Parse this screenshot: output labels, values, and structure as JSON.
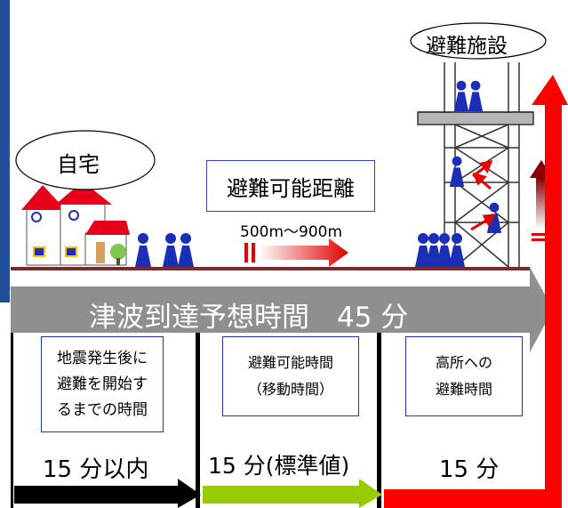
{
  "labels": {
    "home": "自宅",
    "facility": "避難施設",
    "distance_title": "避難可能距離",
    "distance_range": "500m～900m",
    "tsunami_bar": "津波到達予想時間　45 分"
  },
  "phases": [
    {
      "lines": [
        "地震発生後に",
        "避難を開始す",
        "るまでの時間"
      ],
      "time": "15 分以内"
    },
    {
      "lines": [
        "避難可能時間",
        "（移動時間）"
      ],
      "time": "15 分(標準値)"
    },
    {
      "lines": [
        "高所への",
        "避難時間"
      ],
      "time": "15 分"
    }
  ],
  "colors": {
    "phase1": "#000000",
    "phase2": "#99cc00",
    "phase3": "#ff0000",
    "people": "#1a2fb5",
    "ground": "#7a2a2a",
    "tsunami": "#8f8f8f"
  }
}
